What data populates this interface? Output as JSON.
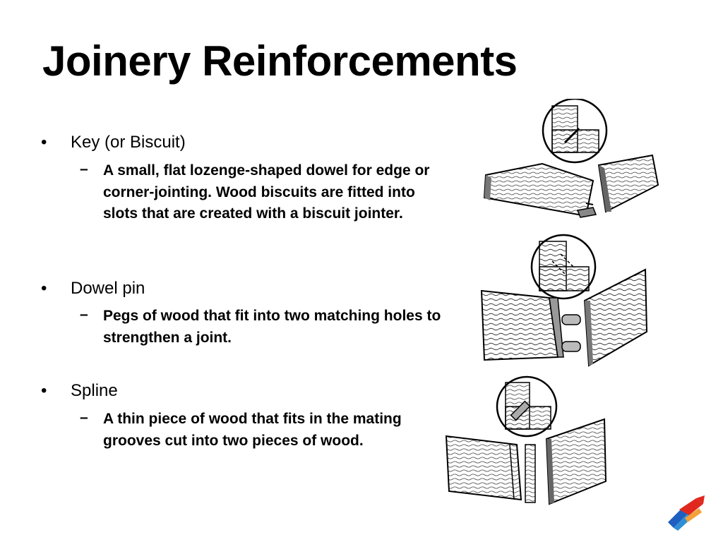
{
  "slide": {
    "title": "Joinery Reinforcements",
    "bullets": [
      {
        "label": "Key (or Biscuit)",
        "detail": "A small, flat lozenge-shaped dowel for edge or corner-jointing. Wood biscuits are fitted into slots that are created with a biscuit jointer."
      },
      {
        "label": "Dowel pin",
        "detail": "Pegs of wood that fit into two matching holes to strengthen a joint."
      },
      {
        "label": "Spline",
        "detail": "A thin piece of wood that fits in the mating grooves cut into two pieces of wood."
      }
    ],
    "bullet_glyph": "•",
    "dash_glyph": "–",
    "illustrations": [
      "biscuit-joint-illustration",
      "dowel-joint-illustration",
      "spline-joint-illustration"
    ],
    "colors": {
      "text": "#000000",
      "background": "#ffffff",
      "logo_red": "#e0281e",
      "logo_blue": "#1f5fbf"
    }
  }
}
